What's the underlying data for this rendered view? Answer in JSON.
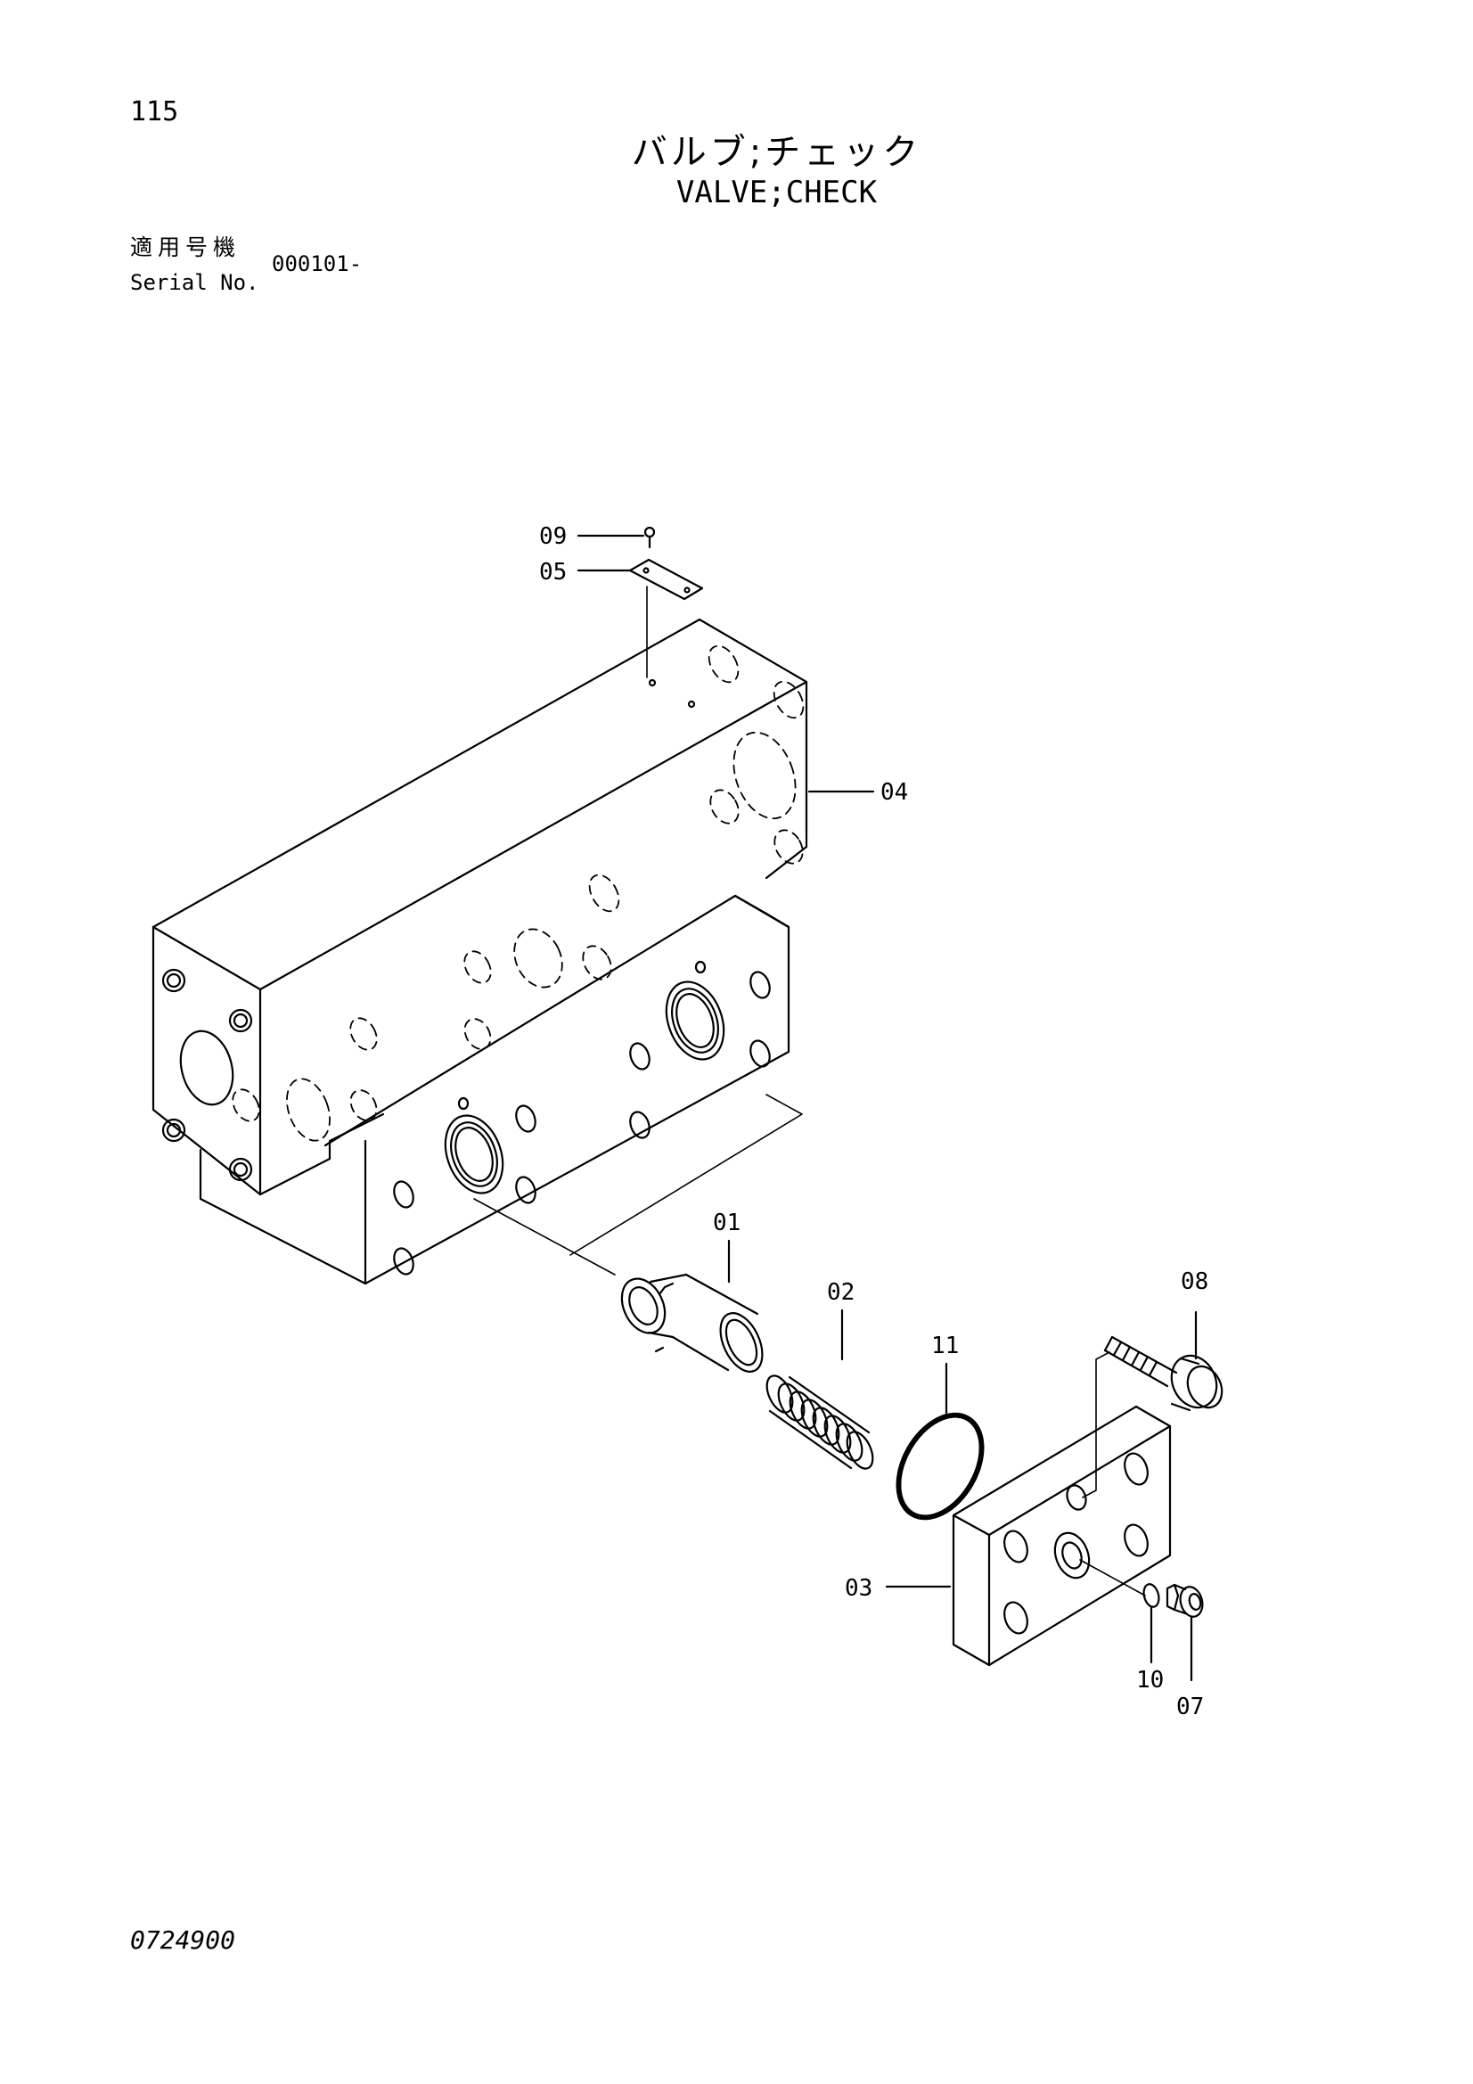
{
  "page": {
    "number": "115",
    "title_jp": "バルブ;チェック",
    "title_en": "VALVE;CHECK",
    "serial_label_jp": "適用号機",
    "serial_label_en": "Serial No.",
    "serial_value": "000101-",
    "doc_code": "0724900"
  },
  "callouts": {
    "p01": "01",
    "p02": "02",
    "p03": "03",
    "p04": "04",
    "p05": "05",
    "p07": "07",
    "p08": "08",
    "p09": "09",
    "p10": "10",
    "p11": "11"
  },
  "colors": {
    "ink": "#000000",
    "paper": "#ffffff"
  }
}
